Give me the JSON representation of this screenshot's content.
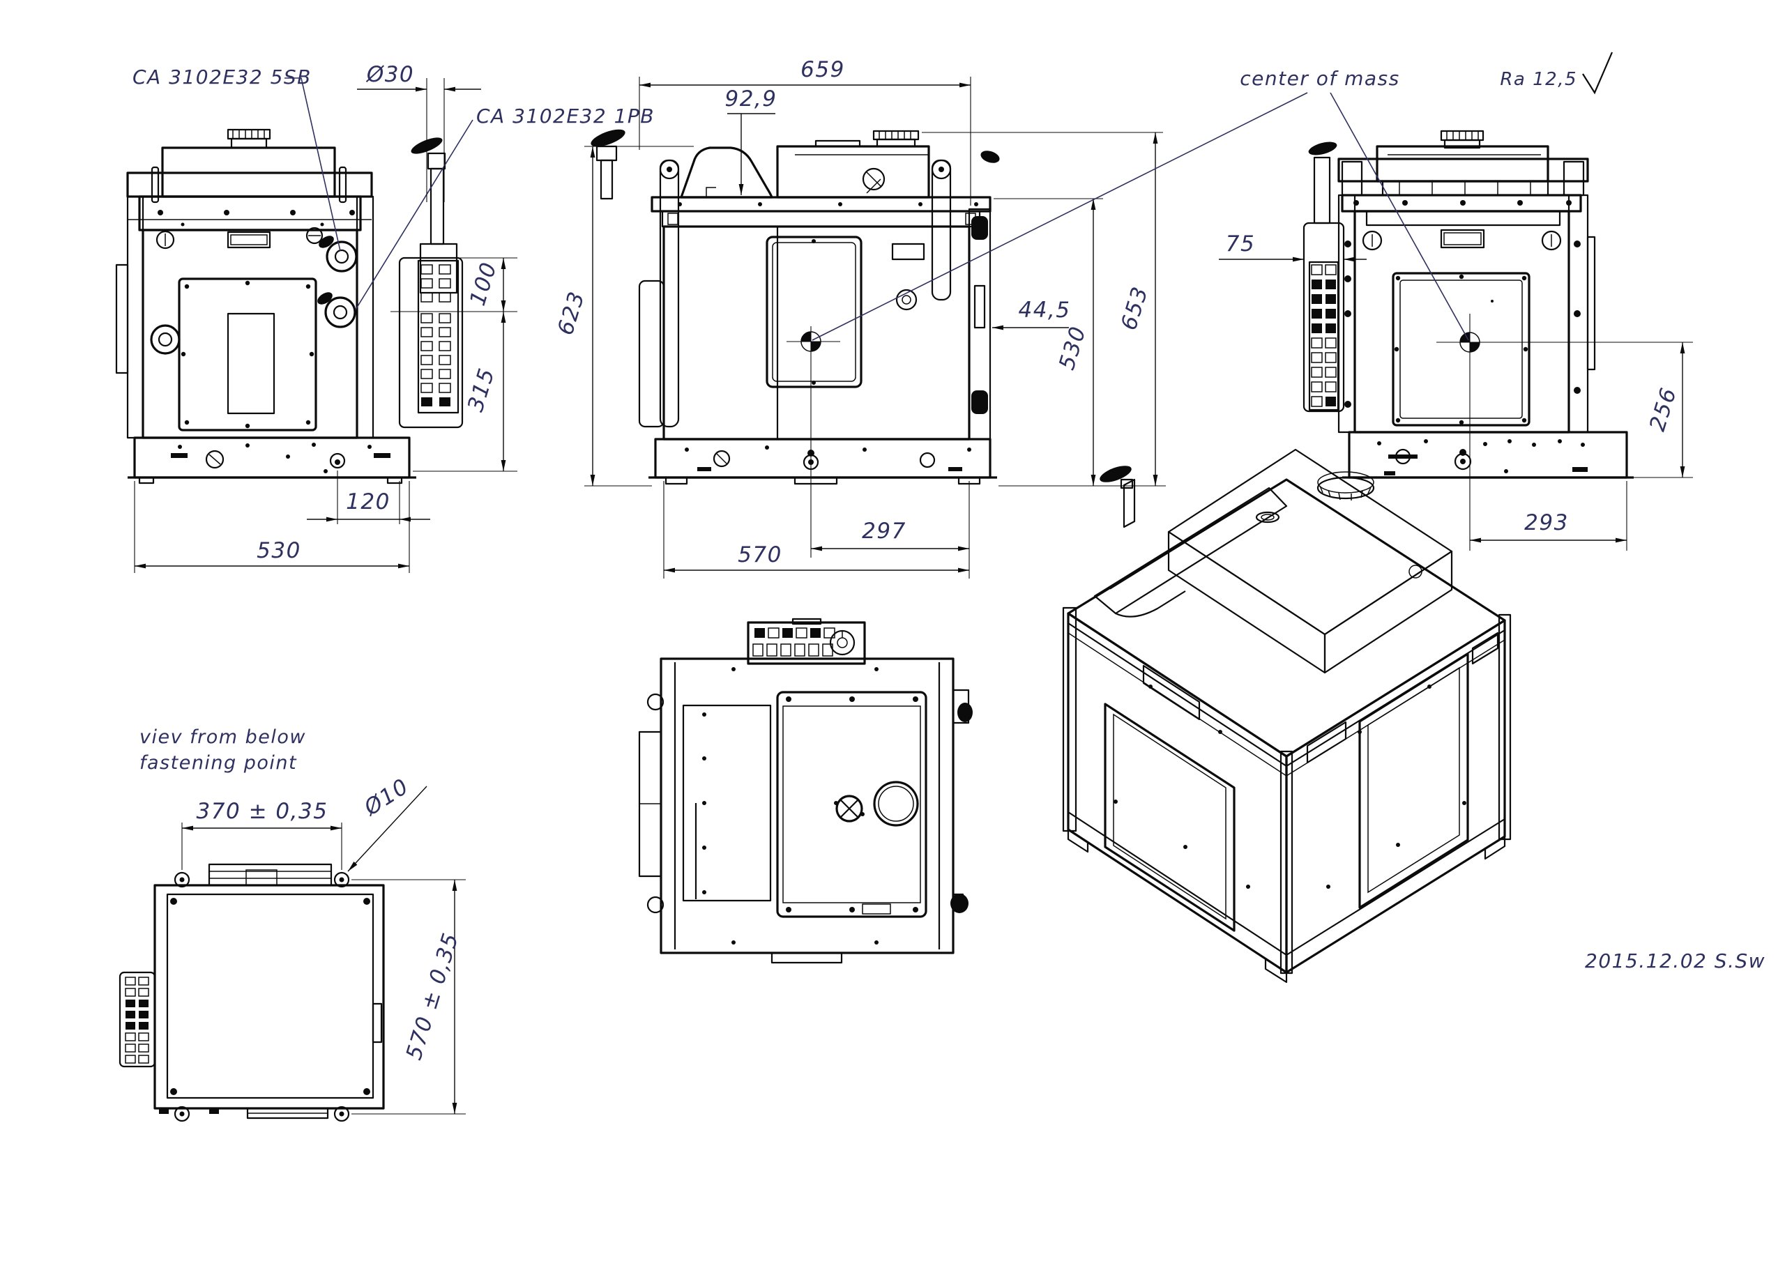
{
  "labels": {
    "ca_5sb": "CA 3102E32 5SB",
    "ca_1pb": "CA 3102E32 1PB",
    "center_of_mass": "center of mass",
    "ra": "Ra 12,5",
    "note1": "viev from below",
    "note2": "fastening point",
    "date_sig": "2015.12.02  S.Sw"
  },
  "dims": {
    "d30": "Ø30",
    "d100": "100",
    "d315": "315",
    "d120": "120",
    "d530f": "530",
    "d659": "659",
    "d929": "92,9",
    "d623": "623",
    "d445": "44,5",
    "d530s": "530",
    "d653": "653",
    "d297": "297",
    "d570": "570",
    "d75": "75",
    "d256": "256",
    "d293": "293",
    "d370t": "370 ± 0,35",
    "d570t": "570 ± 0,35",
    "d10": "Ø10"
  },
  "colors": {
    "ink": "#0b0b0c",
    "accent": "#2e3060",
    "background": "#ffffff"
  }
}
